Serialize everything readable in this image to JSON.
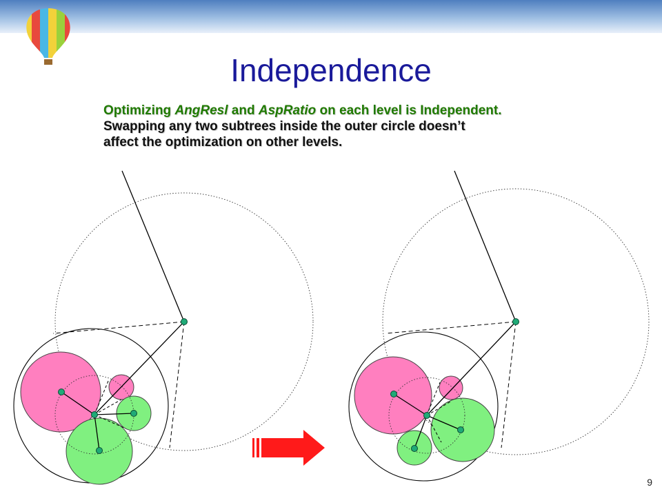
{
  "slide": {
    "title": "Independence",
    "line1": {
      "prefix": "Optimizing ",
      "term1": "AngResl",
      "middle": " and ",
      "term2": "AspRatio",
      "suffix": " on each level is Independent."
    },
    "line2": "Swapping any two subtrees inside the outer circle doesn’t",
    "line3": "affect the optimization on other levels.",
    "page_number": "9"
  },
  "colors": {
    "title": "#1a1a9a",
    "emphasis_text": "#1f7a00",
    "pink_circle": "#ff7fbf",
    "green_circle": "#80f080",
    "node": "#1faa77",
    "arrow": "#ff1a1a"
  },
  "icons": {
    "logo": "hot-air-balloon-icon",
    "transition": "right-arrow-icon"
  }
}
